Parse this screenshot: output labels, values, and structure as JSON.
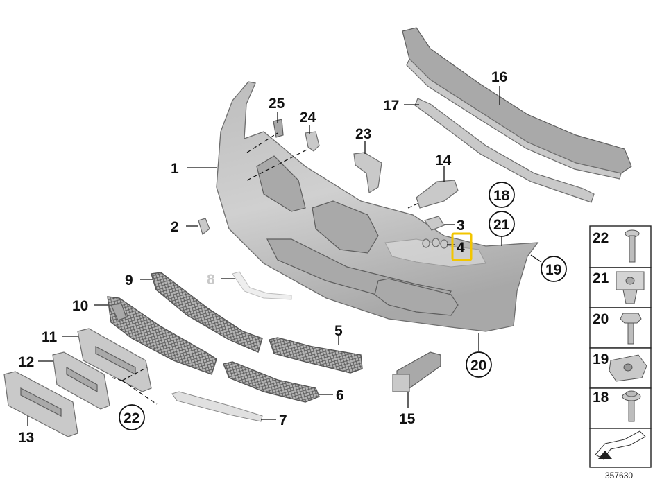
{
  "diagram": {
    "callouts": {
      "p1": "1",
      "p2": "2",
      "p3": "3",
      "p4": "4",
      "p5": "5",
      "p6": "6",
      "p7": "7",
      "p8": "8",
      "p9": "9",
      "p10": "10",
      "p11": "11",
      "p12": "12",
      "p13": "13",
      "p14": "14",
      "p15": "15",
      "p16": "16",
      "p17": "17",
      "p18": "18",
      "p19": "19",
      "p20": "20",
      "p21": "21",
      "p22": "22",
      "p23": "23",
      "p24": "24",
      "p25": "25"
    },
    "legend": {
      "items": [
        "22",
        "21",
        "20",
        "19",
        "18"
      ]
    },
    "catalog_number": "357630",
    "highlight_color": "#f2c500",
    "faded_label_color": "#c8c8c8"
  }
}
